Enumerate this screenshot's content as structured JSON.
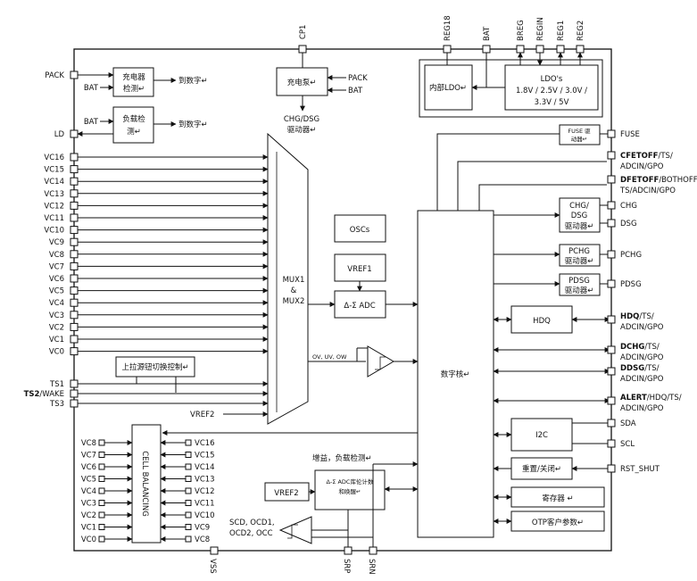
{
  "pins_top": [
    "CP1",
    "REG18",
    "BAT",
    "BREG",
    "REGIN",
    "REG1",
    "REG2"
  ],
  "pins_left_top": [
    "PACK",
    "LD"
  ],
  "pins_left_vc": [
    "VC16",
    "VC15",
    "VC14",
    "VC13",
    "VC12",
    "VC11",
    "VC10",
    "VC9",
    "VC8",
    "VC7",
    "VC6",
    "VC5",
    "VC4",
    "VC3",
    "VC2",
    "VC1",
    "VC0"
  ],
  "pins_left_ts": {
    "ts1": "TS1",
    "ts2_bold": "TS2",
    "ts2_rest": "/WAKE",
    "ts3": "TS3"
  },
  "pins_bottom": [
    "VSS",
    "SRP",
    "SRN"
  ],
  "pins_right": {
    "fuse": "FUSE",
    "cfetoff_bold": "CFETOFF",
    "cfetoff_rest": "/TS/",
    "cfetoff_line2": "ADCIN/GPO",
    "dfetoff_bold": "DFETOFF",
    "dfetoff_rest": "/BOTHOFF/",
    "dfetoff_line2": "TS/ADCIN/GPO",
    "chg": "CHG",
    "dsg": "DSG",
    "pchg": "PCHG",
    "pdsg": "PDSG",
    "hdq_bold": "HDQ",
    "hdq_rest": "/TS/",
    "hdq_line2": "ADCIN/GPO",
    "dchg_bold": "DCHG",
    "dchg_rest": "/TS/",
    "dchg_line2": "ADCIN/GPO",
    "ddsg_bold": "DDSG",
    "ddsg_rest": "/TS/",
    "ddsg_line2": "ADCIN/GPO",
    "alert_bold": "ALERT",
    "alert_rest": "/HDQ/TS/",
    "alert_line2": "ADCIN/GPO",
    "sda": "SDA",
    "scl": "SCL",
    "rst": "RST_SHUT"
  },
  "blocks": {
    "charger_detect": [
      "充电器",
      "检测↵"
    ],
    "to_digital_1": "到数字↵",
    "load_detect": [
      "负载检",
      "测↵"
    ],
    "to_digital_2": "到数字↵",
    "bat_label": "BAT",
    "charge_pump": "充电泵↵",
    "cp_pack": "PACK",
    "cp_bat": "BAT",
    "chg_dsg_driver": [
      "CHG/DSG",
      "驱动器↵"
    ],
    "internal_ldo": "内部LDO↵",
    "ldos": [
      "LDO's",
      "1.8V / 2.5V / 3.0V /",
      "3.3V / 5V"
    ],
    "fuse_driver": [
      "FUSE 驱",
      "动器↵"
    ],
    "chg_dsg_drv": [
      "CHG/",
      "DSG",
      "驱动器↵"
    ],
    "pchg_drv": [
      "PCHG",
      "驱动器↵"
    ],
    "pdsg_drv": [
      "PDSG",
      "驱动器↵"
    ],
    "oscs": "OSCs",
    "vref1": "VREF1",
    "adc": "Δ-Σ  ADC",
    "mux": [
      "MUX1",
      "&",
      "MUX2"
    ],
    "ov_uv": "OV, UV, OW",
    "digital_core": "数字核↵",
    "pullup_ctrl": "上拉源钮切换控制↵",
    "vref2_top": "VREF2",
    "hdq": "HDQ",
    "i2c": "I2C",
    "reset": "重置/关闭↵",
    "registers": "寄存器 ↵",
    "otp": "OTP客户参数↵",
    "cell_balancing": "CELL BALANCING",
    "cc_label": "增益，负载检测↵",
    "cc_adc": [
      "Δ-Σ ADC库伦计数",
      "和唤醒↵"
    ],
    "vref2_bottom": "VREF2",
    "scd": [
      "SCD, OCD1,",
      "OCD2, OCC"
    ]
  },
  "cb_left": [
    "VC8",
    "VC7",
    "VC6",
    "VC5",
    "VC4",
    "VC3",
    "VC2",
    "VC1",
    "VC0"
  ],
  "cb_right": [
    "VC16",
    "VC15",
    "VC14",
    "VC13",
    "VC12",
    "VC11",
    "VC10",
    "VC9",
    "VC8"
  ]
}
